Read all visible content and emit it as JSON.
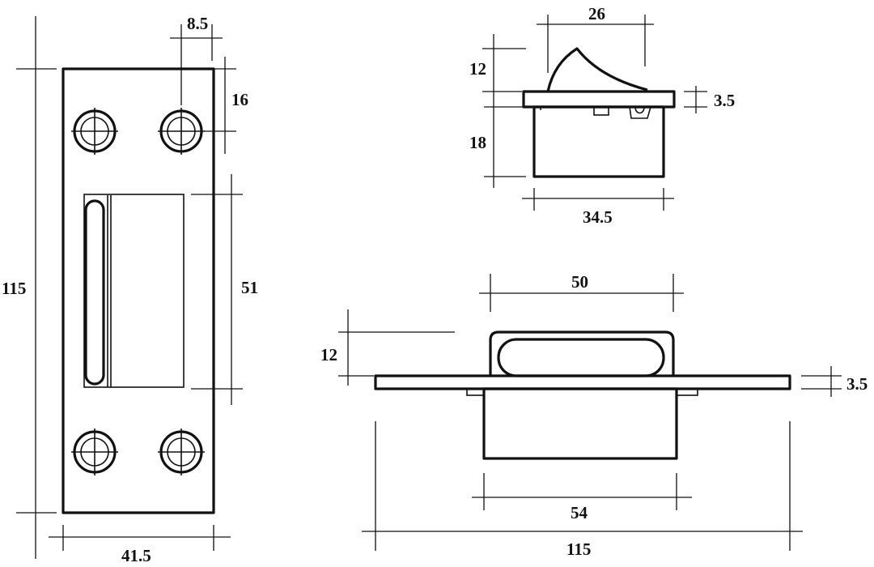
{
  "figure": {
    "front_view": {
      "height_label": "115",
      "width_label": "41.5",
      "hole_spacing_label": "8.5",
      "hole_offset_label": "16",
      "opening_height_label": "51"
    },
    "side_view": {
      "width_label": "26",
      "lip_height_label": "12",
      "plate_thickness_label": "3.5",
      "body_depth_label": "18",
      "body_width_label": "34.5"
    },
    "bottom_view": {
      "top_width_label": "50",
      "lip_height_label": "12",
      "plate_thickness_label": "3.5",
      "body_width_label": "54",
      "overall_length_label": "115"
    },
    "colors": {
      "line": "#111111",
      "background": "#ffffff"
    }
  }
}
